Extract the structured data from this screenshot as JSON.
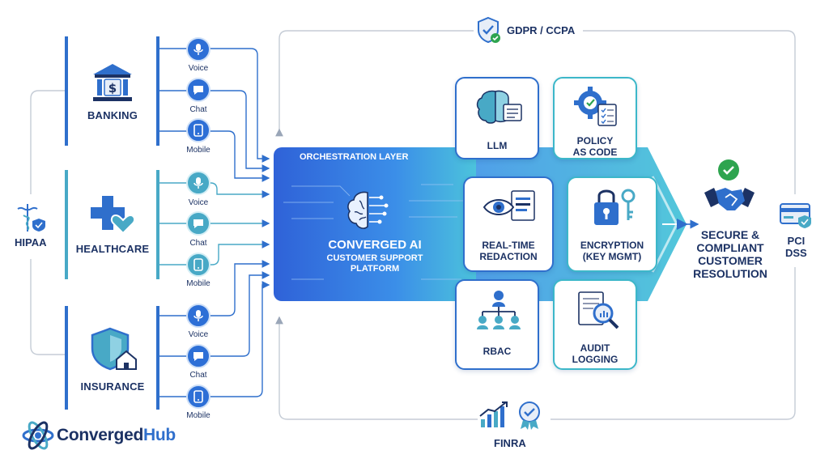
{
  "compliance": {
    "gdpr": "GDPR / CCPA",
    "hipaa": "HIPAA",
    "finra": "FINRA",
    "pci": "PCI\nDSS"
  },
  "industries": [
    {
      "label": "BANKING",
      "channels": [
        "Voice",
        "Chat",
        "Mobile"
      ]
    },
    {
      "label": "HEALTHCARE",
      "channels": [
        "Voice",
        "Chat",
        "Mobile"
      ]
    },
    {
      "label": "INSURANCE",
      "channels": [
        "Voice",
        "Chat",
        "Mobile"
      ]
    }
  ],
  "core": {
    "layer": "ORCHESTRATION LAYER",
    "title": "CONVERGED AI",
    "subtitle": "CUSTOMER SUPPORT\nPLATFORM"
  },
  "cards": {
    "llm": "LLM",
    "policy": "POLICY\nAS CODE",
    "redaction": "REAL-TIME\nREDACTION",
    "encryption": "ENCRYPTION\n(KEY MGMT)",
    "rbac": "RBAC",
    "audit": "AUDIT\nLOGGING"
  },
  "outcome": "SECURE &\nCOMPLIANT\nCUSTOMER\nRESOLUTION",
  "brand": {
    "name_a": "Converged",
    "name_b": "Hub"
  },
  "colors": {
    "blue": "#2f6fcc",
    "teal": "#3cb7c9",
    "navy": "#1c3264",
    "green": "#2ea44f"
  }
}
